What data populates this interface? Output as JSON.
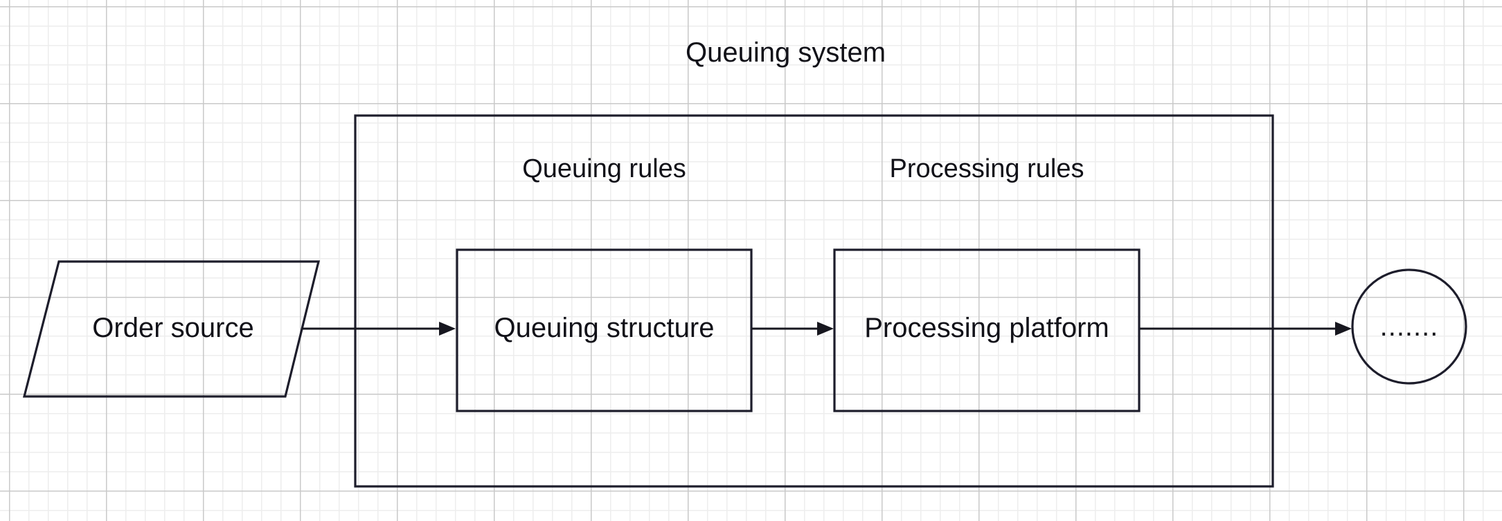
{
  "diagram": {
    "title": "Queuing system",
    "background": {
      "style": "graph-paper-grid",
      "page_color": "#ffffff",
      "minor_grid_color": "#ededed",
      "major_grid_color": "#c9c9c9"
    },
    "stroke_color": "#1d1d2b",
    "text_color": "#111118",
    "nodes": [
      {
        "id": "order-source",
        "label": "Order source",
        "shape": "parallelogram"
      },
      {
        "id": "queuing-system",
        "label": "Queuing system",
        "shape": "container-rectangle"
      },
      {
        "id": "queuing-structure",
        "label": "Queuing structure",
        "shape": "rectangle",
        "group_label": "Queuing rules"
      },
      {
        "id": "processing-platform",
        "label": "Processing platform",
        "shape": "rectangle",
        "group_label": "Processing rules"
      },
      {
        "id": "terminal",
        "label": ".......",
        "shape": "circle"
      }
    ],
    "group_labels": {
      "queuing_rules": "Queuing rules",
      "processing_rules": "Processing rules"
    },
    "edges": [
      {
        "id": "edge-source-to-structure",
        "from": "order-source",
        "to": "queuing-structure",
        "style": "solid-arrow"
      },
      {
        "id": "edge-structure-to-platform",
        "from": "queuing-structure",
        "to": "processing-platform",
        "style": "solid-arrow"
      },
      {
        "id": "edge-platform-to-terminal",
        "from": "processing-platform",
        "to": "terminal",
        "style": "solid-arrow"
      }
    ]
  }
}
